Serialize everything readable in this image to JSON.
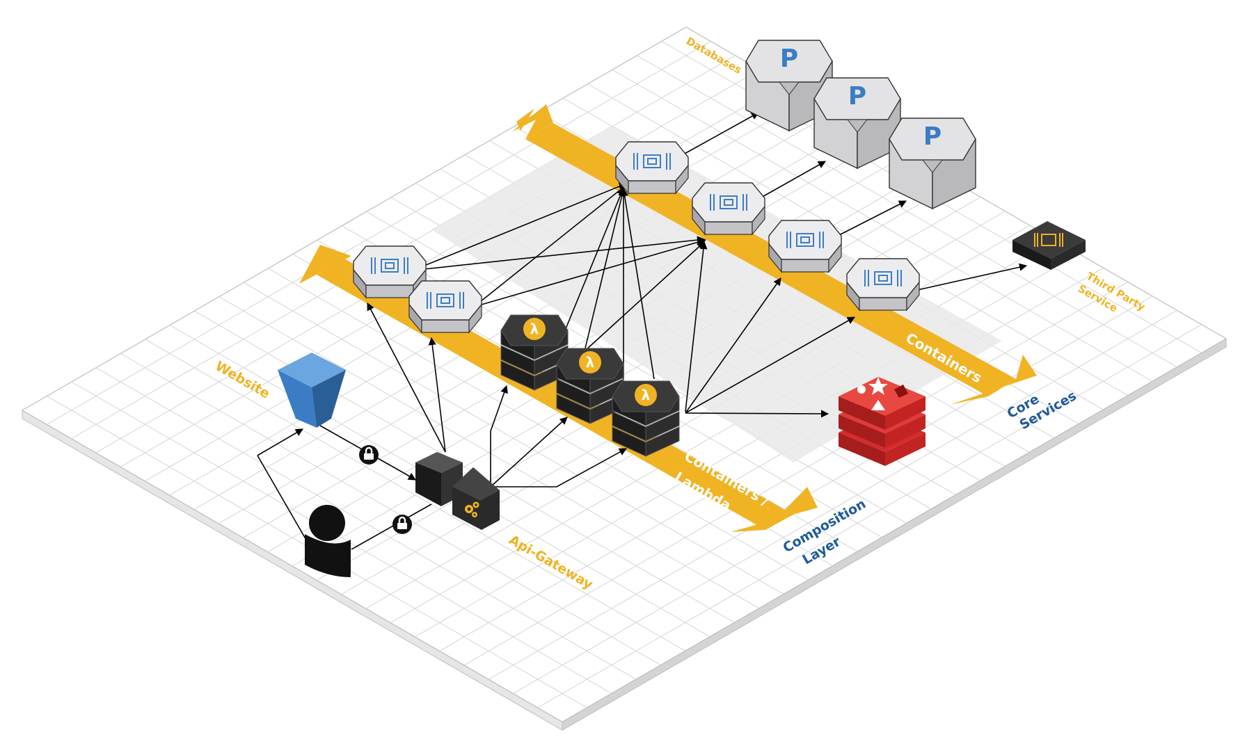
{
  "colors": {
    "accent_orange": "#f0b323",
    "label_blue": "#1f5b99",
    "container_blue": "#3b7dc4",
    "redis_red": "#d62b2b",
    "dark_node": "#2b2b2b",
    "grid_line": "#d4d4d4"
  },
  "labels": {
    "databases": "Databases",
    "website": "Website",
    "api_gateway": "Api-Gateway",
    "third_party": "Third Party",
    "third_party_2": "Service",
    "core_services": "Core",
    "core_services_2": "Services",
    "composition": "Composition",
    "composition_2": "Layer",
    "containers_band": "Containers",
    "containers_lambda": "Containers /",
    "containers_lambda_2": "Lambda"
  },
  "icons": {
    "database": "postgres-p-icon",
    "container": "chip-icon",
    "lambda": "lambda-icon",
    "redis": "redis-shapes-icon",
    "user": "user-icon",
    "lock": "lock-icon",
    "gateway": "gears-icon",
    "website": "bucket-icon"
  },
  "glyphs": {
    "postgres": "P",
    "lambda": "λ"
  }
}
